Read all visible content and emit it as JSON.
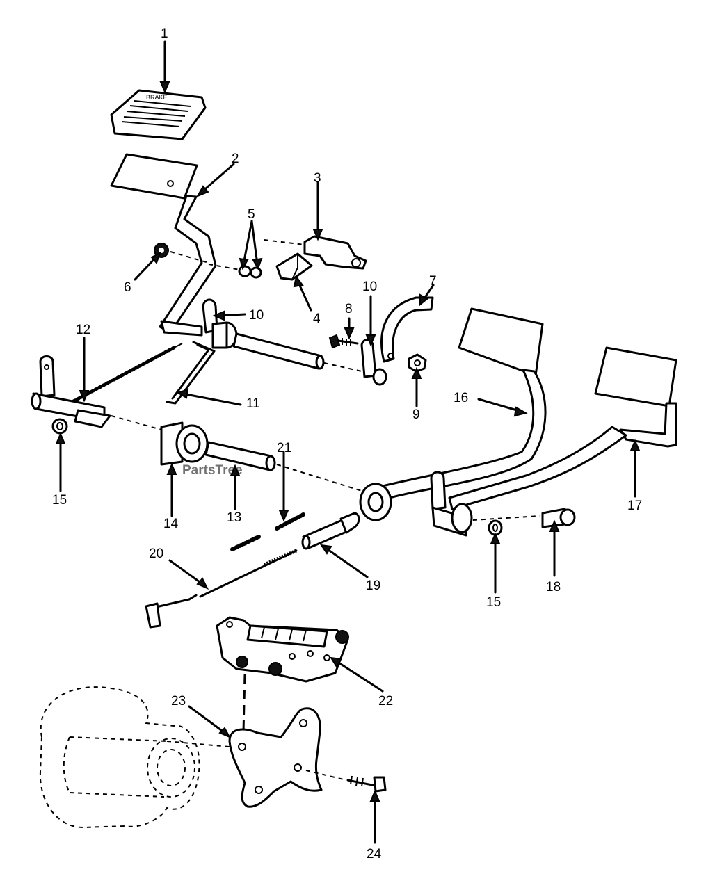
{
  "watermark": "PartsTree",
  "pedal_plate_text": "BRAKE",
  "callouts": [
    {
      "id": "1",
      "label": "1"
    },
    {
      "id": "2",
      "label": "2"
    },
    {
      "id": "3",
      "label": "3"
    },
    {
      "id": "4",
      "label": "4"
    },
    {
      "id": "5",
      "label": "5"
    },
    {
      "id": "6",
      "label": "6"
    },
    {
      "id": "7",
      "label": "7"
    },
    {
      "id": "8",
      "label": "8"
    },
    {
      "id": "9",
      "label": "9"
    },
    {
      "id": "10a",
      "label": "10"
    },
    {
      "id": "10b",
      "label": "10"
    },
    {
      "id": "11",
      "label": "11"
    },
    {
      "id": "12",
      "label": "12"
    },
    {
      "id": "13",
      "label": "13"
    },
    {
      "id": "14",
      "label": "14"
    },
    {
      "id": "15a",
      "label": "15"
    },
    {
      "id": "15b",
      "label": "15"
    },
    {
      "id": "16",
      "label": "16"
    },
    {
      "id": "17",
      "label": "17"
    },
    {
      "id": "18",
      "label": "18"
    },
    {
      "id": "19",
      "label": "19"
    },
    {
      "id": "20",
      "label": "20"
    },
    {
      "id": "21",
      "label": "21"
    },
    {
      "id": "22",
      "label": "22"
    },
    {
      "id": "23",
      "label": "23"
    },
    {
      "id": "24",
      "label": "24"
    }
  ]
}
